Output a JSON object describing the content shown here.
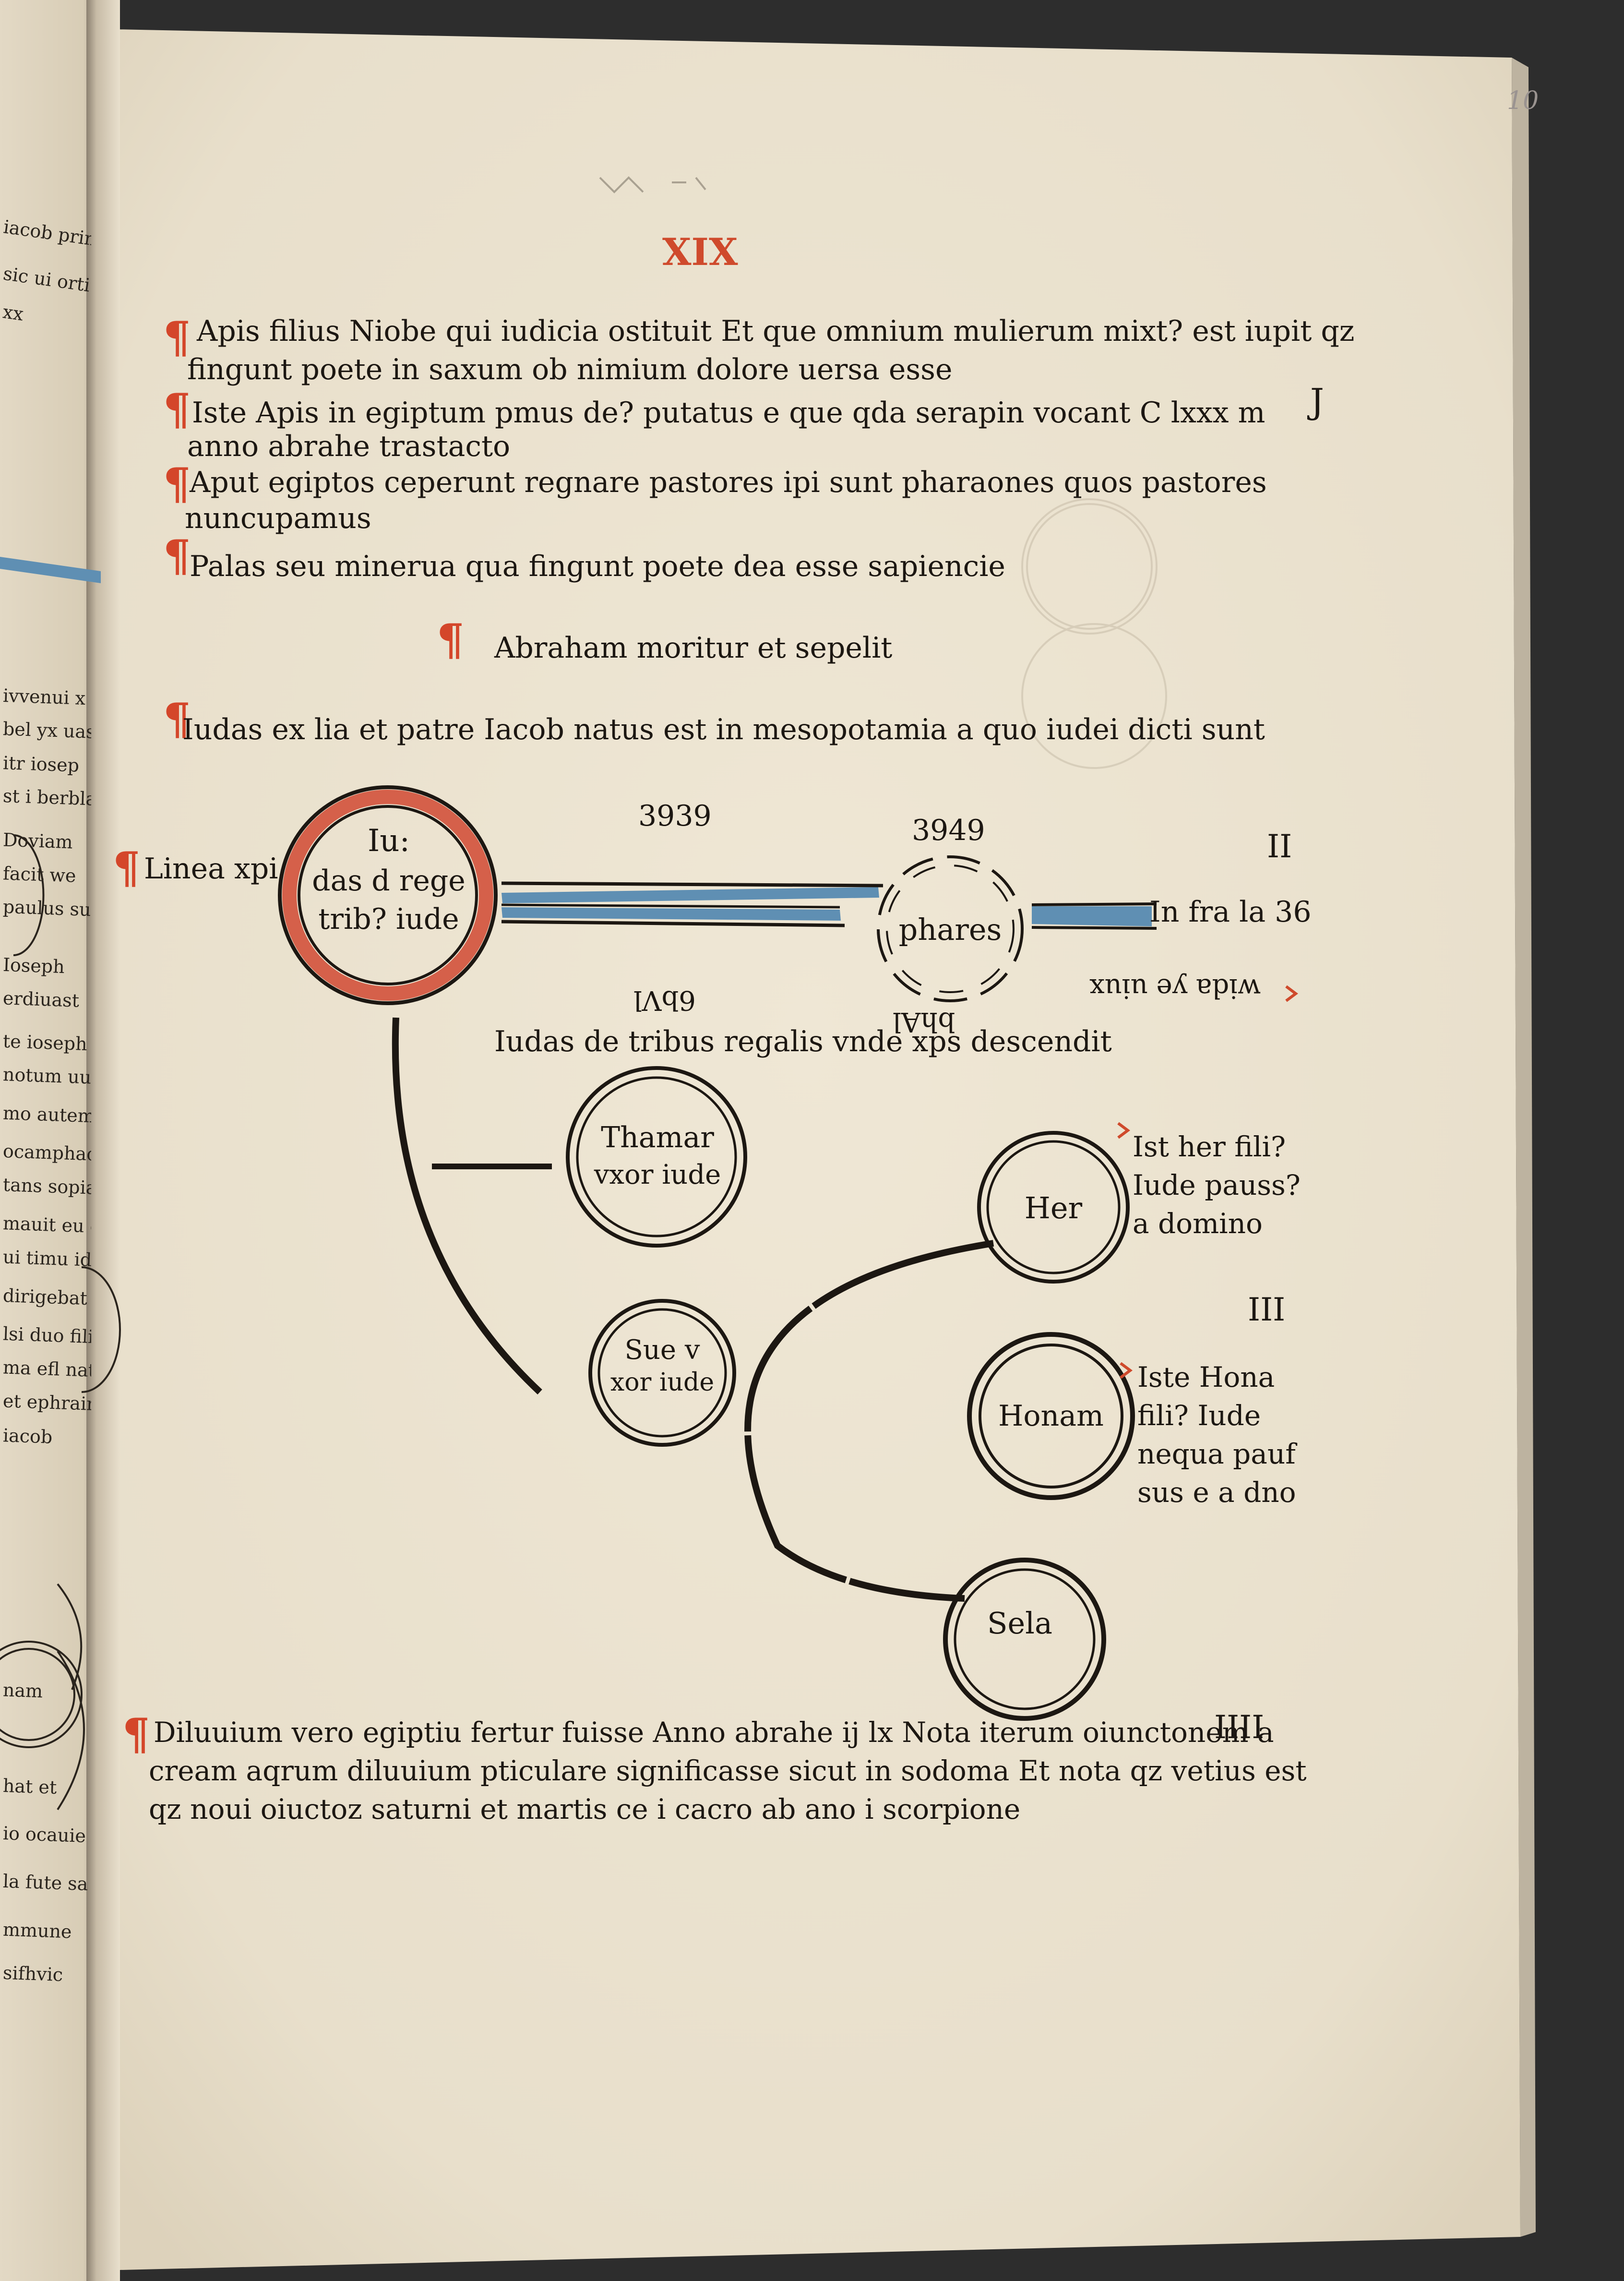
{
  "folio": {
    "number": "10",
    "heading": "XIX"
  },
  "header": {
    "roman_mark": "J"
  },
  "entries": [
    {
      "line1": "Apis filius Niobe qui iudicia ostituit Et que omnium mulierum mixt? est iupit qz",
      "line2": "fingunt poete in saxum ob nimium dolore uersa esse"
    },
    {
      "line1": "Iste Apis in egiptum pmus de? putatus e que qda serapin vocant C lxxx m",
      "line2": "anno abrahe trastacto"
    },
    {
      "line1": "Aput egiptos ceperunt regnare pastores ipi sunt pharaones quos pastores",
      "line2": "nuncupamus"
    },
    {
      "line1": "Palas seu minerua qua fingunt poete dea esse sapiencie",
      "line2": ""
    }
  ],
  "abraham": "Abraham moritur et sepelit",
  "iudas_entry": "Iudas ex lia et patre Iacob natus est in mesopotamia a quo iudei dicti sunt",
  "diagram": {
    "linea_label": "Linea xpi",
    "year_a": "3939",
    "year_b": "3949",
    "year_a_rev": "6bVl",
    "year_b_rev": "bhAl",
    "roman_2": "II",
    "roman_3": "III",
    "roman_4": "IIII",
    "infra": "In fra la 36",
    "infra_rev": "wida ye uiux",
    "iudas_circle": {
      "l1": "Iu:",
      "l2": "das d rege",
      "l3": "trib? iude"
    },
    "phares": "phares",
    "iudas_caption": "Iudas de tribus regalis vnde xps descendit",
    "thamar": {
      "l1": "Thamar",
      "l2": "vxor iude"
    },
    "sue": {
      "l1": "Sue v",
      "l2": "xor iude"
    },
    "her": "Her",
    "her_note": {
      "l1": "Ist her fili?",
      "l2": "Iude pauss?",
      "l3": "a domino"
    },
    "honam": "Honam",
    "honam_note": {
      "l1": "Iste Hona",
      "l2": "fili? Iude",
      "l3": "nequa pauf",
      "l4": "sus e a dno"
    },
    "sela": "Sela"
  },
  "footer_entry": {
    "l1": "Diluuium vero egiptiu fertur fuisse Anno abrahe ij lx Nota iterum oiunctonem a",
    "l2": "cream aqrum diluuium pticulare significasse sicut in sodoma Et nota qz vetius est",
    "l3": "qz noui oiuctoz saturni et martis ce i cacro ab ano i scorpione"
  },
  "gutter": {
    "lines": [
      "iacob primo ge",
      "sic ui orti",
      "xx",
      "ivvenui x",
      "bel yx uasb",
      "itr iosep",
      "st i berblato",
      "Doviam",
      "facit we",
      "paulus su",
      "Ioseph",
      "erdiuast",
      "te ioseph",
      "notum uudi",
      "mo autem",
      "ocamphaom",
      "tans sopia c",
      "mauit eu et",
      "ui timu ide",
      "dirigebat",
      "lsi duo filii",
      "ma efl nati",
      "et ephraim",
      "iacob",
      "nam",
      "hat et",
      "io ocauie",
      "la fute sa",
      "mmune",
      "sifhvic"
    ]
  },
  "colors": {
    "paper": "#ede5d3",
    "ink": "#1c1712",
    "rubric_red": "#cf4a2c",
    "blue_band": "#5f8fb3",
    "binding_dark": "#2b2b2b"
  }
}
